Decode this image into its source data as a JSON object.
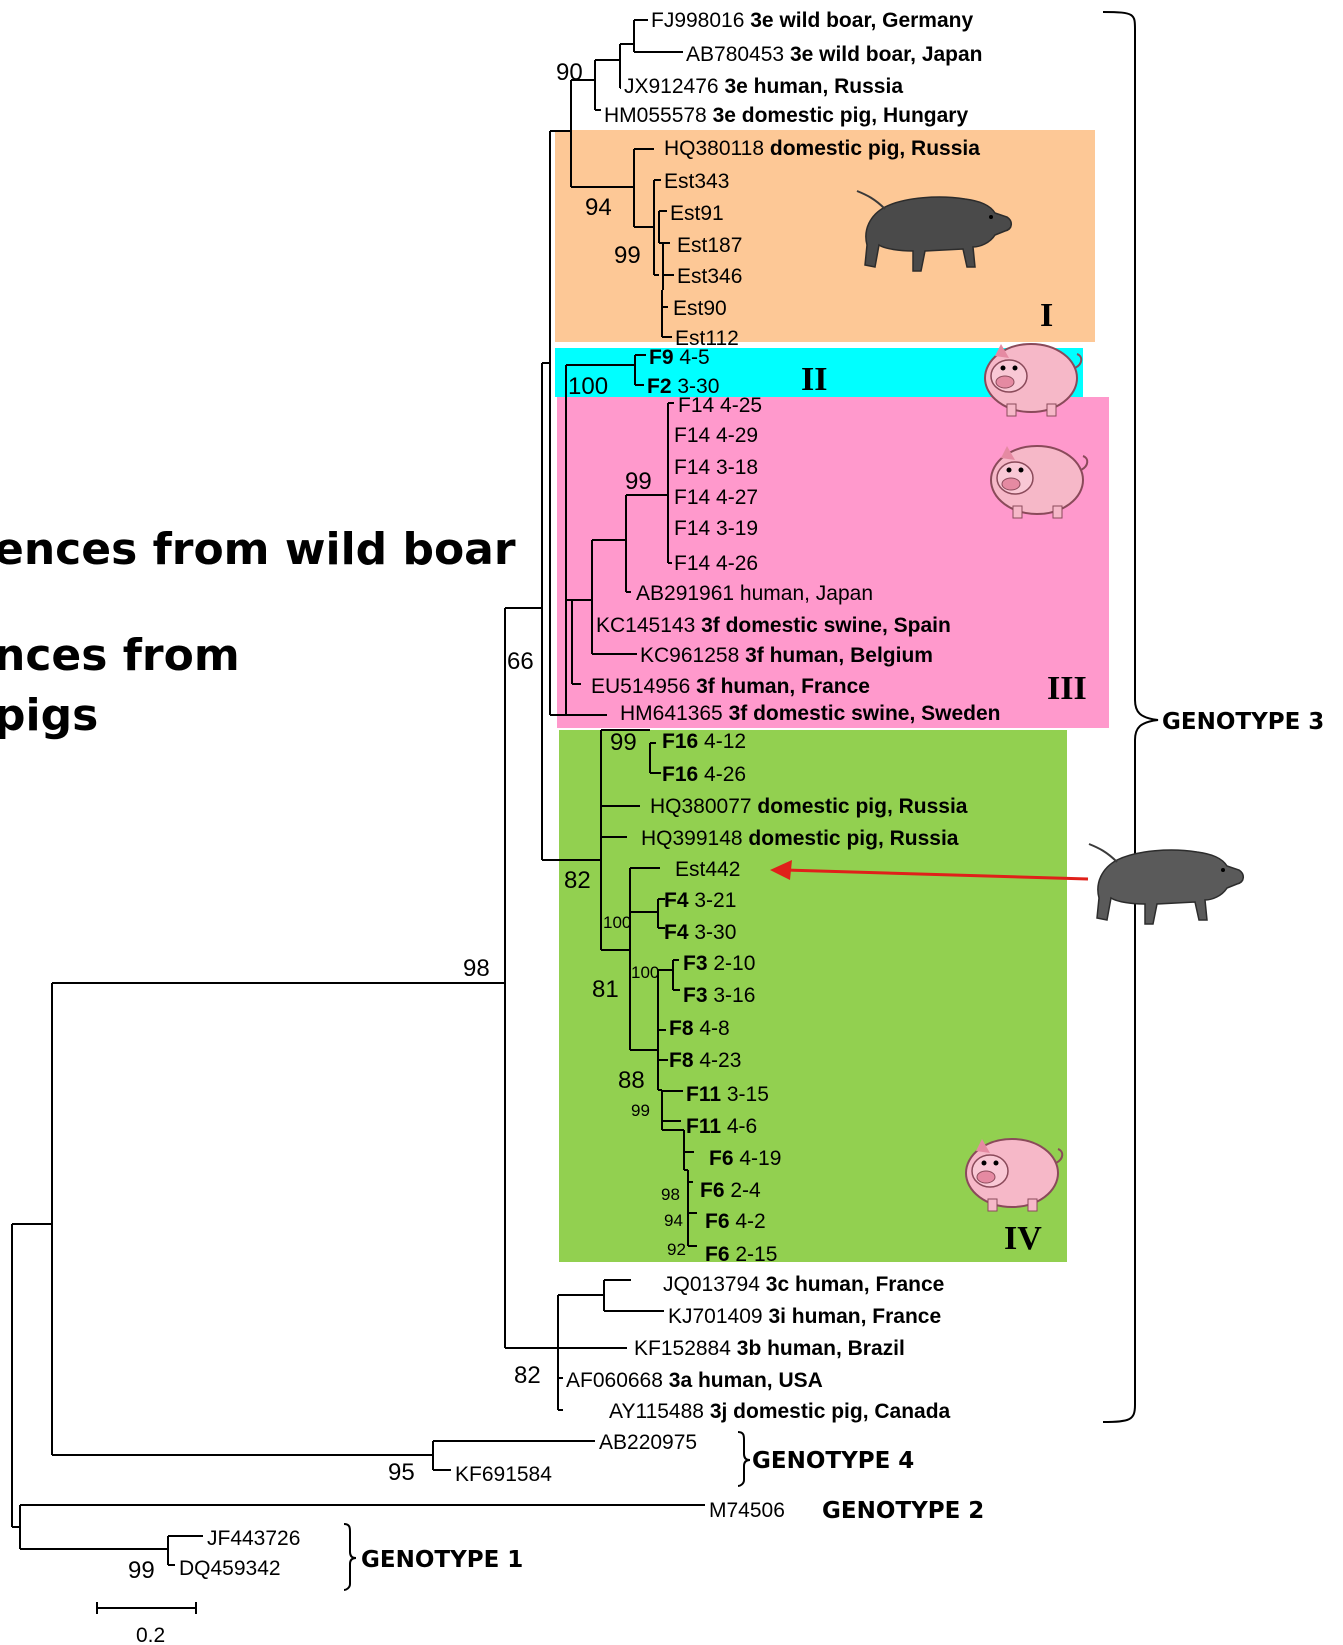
{
  "side_text": {
    "line1": "ences from wild boar",
    "line2": "nces from",
    "line3": "pigs"
  },
  "colors": {
    "cluster_I": "#FDC896",
    "cluster_II": "#00FFFF",
    "cluster_III": "#FF99CC",
    "cluster_IV": "#92D050",
    "arrow": "#E0201A"
  },
  "clusters": {
    "I": "I",
    "II": "II",
    "III": "III",
    "IV": "IV"
  },
  "taxa": {
    "t1": {
      "id": "FJ998016",
      "desc": "3e wild boar, Germany"
    },
    "t2": {
      "id": "AB780453",
      "desc": "3e wild boar, Japan"
    },
    "t3": {
      "id": "JX912476",
      "desc": "3e human, Russia"
    },
    "t4": {
      "id": "HM055578",
      "desc": "3e domestic  pig, Hungary"
    },
    "t5": {
      "id": "HQ380118",
      "desc": "domestic pig, Russia"
    },
    "t6": {
      "id": "Est343"
    },
    "t7": {
      "id": "Est91"
    },
    "t8": {
      "id": "Est187"
    },
    "t9": {
      "id": "Est346"
    },
    "t10": {
      "id": "Est90"
    },
    "t11": {
      "id": "Est112"
    },
    "t12": {
      "farm": "F9",
      "code": "4-5"
    },
    "t13": {
      "farm": "F2",
      "code": "3-30"
    },
    "t14": {
      "id": "F14 4-25"
    },
    "t15": {
      "id": "F14 4-29"
    },
    "t16": {
      "id": "F14 3-18"
    },
    "t17": {
      "id": "F14 4-27"
    },
    "t18": {
      "id": "F14 3-19"
    },
    "t19": {
      "id": "F14 4-26"
    },
    "t20": {
      "id": "AB291961 human, Japan"
    },
    "t21": {
      "id": "KC145143",
      "desc": "3f domestic swine, Spain"
    },
    "t22": {
      "id": "KC961258",
      "desc": "3f human, Belgium"
    },
    "t23": {
      "id": "EU514956",
      "desc": "3f human, France"
    },
    "t24": {
      "id": "HM641365",
      "desc": "3f domestic swine, Sweden"
    },
    "t25": {
      "farm": "F16",
      "code": "4-12"
    },
    "t26": {
      "farm": "F16",
      "code": "4-26"
    },
    "t27": {
      "id": "HQ380077",
      "desc": "domestic pig, Russia"
    },
    "t28": {
      "id": "HQ399148",
      "desc": "domestic pig, Russia"
    },
    "t29": {
      "id": "Est442"
    },
    "t30": {
      "farm": "F4",
      "code": "3-21"
    },
    "t31": {
      "farm": "F4",
      "code": "3-30"
    },
    "t32": {
      "farm": "F3",
      "code": "2-10"
    },
    "t33": {
      "farm": "F3",
      "code": "3-16"
    },
    "t34": {
      "farm": "F8",
      "code": "4-8"
    },
    "t35": {
      "farm": "F8",
      "code": "4-23"
    },
    "t36": {
      "farm": "F11",
      "code": "3-15"
    },
    "t37": {
      "farm": "F11",
      "code": "4-6"
    },
    "t38": {
      "farm": "F6",
      "code": "4-19"
    },
    "t39": {
      "farm": "F6",
      "code": "2-4"
    },
    "t40": {
      "farm": "F6",
      "code": "4-2"
    },
    "t41": {
      "farm": "F6",
      "code": "2-15"
    },
    "t42": {
      "id": "JQ013794",
      "desc": "3c human, France"
    },
    "t43": {
      "id": "KJ701409",
      "desc": "3i human, France"
    },
    "t44": {
      "id": "KF152884",
      "desc": "3b human, Brazil"
    },
    "t45": {
      "id": "AF060668",
      "desc": "3a human, USA"
    },
    "t46": {
      "id": "AY115488",
      "desc": "3j domestic pig, Canada"
    },
    "t47": {
      "id": "AB220975"
    },
    "t48": {
      "id": "KF691584"
    },
    "t49": {
      "id": "M74506"
    },
    "t50": {
      "id": "JF443726"
    },
    "t51": {
      "id": "DQ459342"
    }
  },
  "bootstrap": {
    "b90": "90",
    "b94": "94",
    "b99a": "99",
    "b100a": "100",
    "b99b": "99",
    "b66": "66",
    "b98": "98",
    "b99c": "99",
    "b82a": "82",
    "b100b": "100",
    "b100c": "100",
    "b81": "81",
    "b88": "88",
    "b99d": "99",
    "b98b": "98",
    "b94b": "94",
    "b92": "92",
    "b82b": "82",
    "b95": "95",
    "b99e": "99"
  },
  "genotypes": {
    "g3": "GENOTYPE 3",
    "g4": "GENOTYPE 4",
    "g2": "GENOTYPE 2",
    "g1": "GENOTYPE 1"
  },
  "scale_bar": "0.2"
}
